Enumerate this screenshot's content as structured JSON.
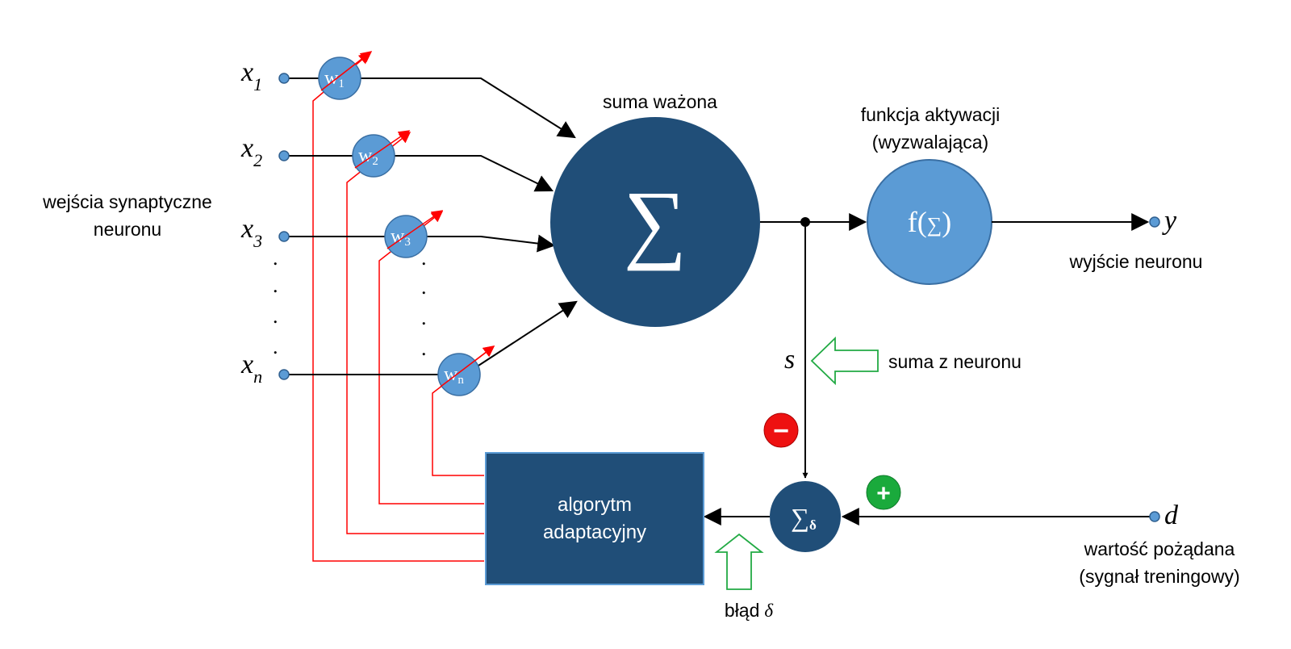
{
  "labels": {
    "inputs": "wejścia synaptyczne",
    "inputs_2": "neuronu",
    "weighted_sum": "suma ważona",
    "activation": "funkcja aktywacji",
    "activation_2": "(wyzwalająca)",
    "output": "wyjście neuronu",
    "neuron_sum": "suma z neuronu",
    "desired": "wartość pożądana",
    "desired_2": "(sygnał treningowy)",
    "error": "błąd",
    "error_symbol": "δ",
    "algorithm": "algorytm",
    "algorithm_2": "adaptacyjny"
  },
  "symbols": {
    "sum": "∑",
    "activation_f": "f(",
    "activation_sum": "∑",
    "activation_close": ")",
    "error_sum": "∑",
    "error_sum_sub": "δ",
    "output_var": "y",
    "sum_var": "s",
    "desired_var": "d",
    "minus": "−",
    "plus": "+",
    "dots": "."
  },
  "inputs": [
    {
      "var": "x",
      "sub": "1",
      "weight": "w",
      "weight_sub": "1"
    },
    {
      "var": "x",
      "sub": "2",
      "weight": "w",
      "weight_sub": "2"
    },
    {
      "var": "x",
      "sub": "3",
      "weight": "w",
      "weight_sub": "3"
    },
    {
      "var": "x",
      "sub": "n",
      "weight": "w",
      "weight_sub": "n"
    }
  ],
  "colors": {
    "dark_node": "#204e78",
    "light_node": "#5b9bd5",
    "adjust_line": "#ff0000",
    "hint_arrow": "#22aa44",
    "minus_badge": "#ee1111",
    "plus_badge": "#1aaa3c"
  }
}
